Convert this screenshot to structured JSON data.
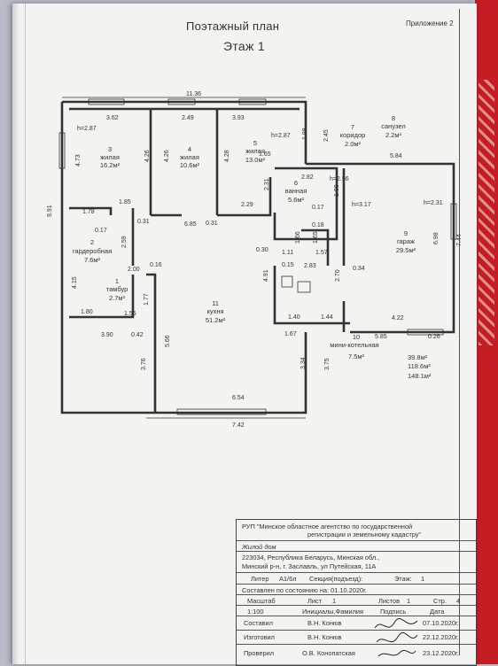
{
  "header": {
    "title": "Поэтажный план",
    "subtitle": "Этаж 1",
    "appendix": "Приложение 2"
  },
  "dimensions": {
    "top_total": "11.36",
    "left_total": "9.91",
    "bottom_total": "7.42",
    "right_garage": "7.44",
    "d_3_62": "3.62",
    "d_2_49": "2.49",
    "d_3_93": "3.93",
    "d_4_73": "4.73",
    "d_4_26a": "4.26",
    "d_4_26b": "4.26",
    "d_4_28": "4.28",
    "d_1_65": "1.65",
    "d_1_98": "1.98",
    "d_2_45": "2.45",
    "d_5_84": "5.84",
    "d_2_82": "2.82",
    "d_2_31a": "2.31",
    "d_1_99": "1.99",
    "d_1_85": "1.85",
    "d_1_78": "1.78",
    "d_0_31a": "0.31",
    "d_6_85": "6.85",
    "d_0_31b": "0.31",
    "d_2_29": "2.29",
    "d_0_17a": "0.17",
    "d_0_18": "0.18",
    "d_1_65b": "1.65",
    "d_1_66": "1.66",
    "d_0_17b": "0.17",
    "d_2_59": "2.59",
    "d_0_30": "0.30",
    "d_1_11": "1.11",
    "d_1_57": "1.57",
    "d_6_98": "6.98",
    "d_0_15": "0.15",
    "d_2_83": "2.83",
    "d_4_15": "4.15",
    "d_2_00": "2.00",
    "d_0_16": "0.16",
    "d_4_91": "4.91",
    "d_0_34": "0.34",
    "d_2_70": "2.70",
    "d_1_77": "1.77",
    "d_1_80": "1.80",
    "d_1_55": "1.55",
    "d_1_40": "1.40",
    "d_1_44": "1.44",
    "d_4_22": "4.22",
    "d_3_90": "3.90",
    "d_0_42": "0.42",
    "d_1_67": "1.67",
    "d_5_85": "5.85",
    "d_0_26": "0.26",
    "d_5_66": "5.66",
    "d_3_34": "3.34",
    "d_3_75": "3.75",
    "d_3_76": "3.76",
    "d_6_54": "6.54",
    "h_2_87a": "h=2.87",
    "h_2_87b": "h=2.87",
    "h_2_56": "h=2.56",
    "h_3_17": "h=3.17",
    "h_2_31": "h=2.31"
  },
  "rooms": [
    {
      "num": "1",
      "name": "тамбур",
      "area": "2.7м²"
    },
    {
      "num": "2",
      "name": "гардеробная",
      "area": "7.6м²"
    },
    {
      "num": "3",
      "name": "жилая",
      "area": "16.2м²"
    },
    {
      "num": "4",
      "name": "жилая",
      "area": "10.6м²"
    },
    {
      "num": "5",
      "name": "жилая",
      "area": "13.0м²"
    },
    {
      "num": "6",
      "name": "ванная",
      "area": "5.6м²"
    },
    {
      "num": "7",
      "name": "коридор",
      "area": "2.0м²"
    },
    {
      "num": "8",
      "name": "санузел",
      "area": "2.2м²"
    },
    {
      "num": "9",
      "name": "гараж",
      "area": "29.5м²"
    },
    {
      "num": "10",
      "name": "мини-котельная",
      "area": "7.5м²"
    },
    {
      "num": "11",
      "name": "кухня",
      "area": "51.2м²"
    }
  ],
  "totals": [
    "39.8м²",
    "118.6м²",
    "148.1м²"
  ],
  "stamp": {
    "org": "РУП \"Минское областное агентство по государственной",
    "org2": "регистрации и земельному кадастру\"",
    "object": "Жилой дом",
    "address1": "223034, Республика Беларусь, Минская обл.,",
    "address2": "Минский р-н, г. Заславль, ул Путейская, 11А",
    "liter_label": "Литер",
    "liter": "А1/6л",
    "section_label": "Секция(подъезд):",
    "floor_label": "Этаж:",
    "floor": "1",
    "state": "Составлен по состоянию на: 01.10.2020г.",
    "scale_label": "Масштаб",
    "scale": "1:100",
    "sheet_label": "Лист",
    "sheet": "1",
    "sheets_label": "Листов",
    "sheets": "1",
    "page_label": "Стр.",
    "page": "4",
    "initials": "Инициалы,Фамилия",
    "sign": "Подпись",
    "date": "Дата",
    "composed_label": "Составил",
    "composed_name": "В.Н. Конюв",
    "composed_date": "07.10.2020г.",
    "made_label": "Изготовил",
    "made_name": "В.Н. Конюв",
    "made_date": "22.12.2020г.",
    "checked_label": "Проверил",
    "checked_name": "О.В. Конопатская",
    "checked_date": "23.12.2020г."
  }
}
